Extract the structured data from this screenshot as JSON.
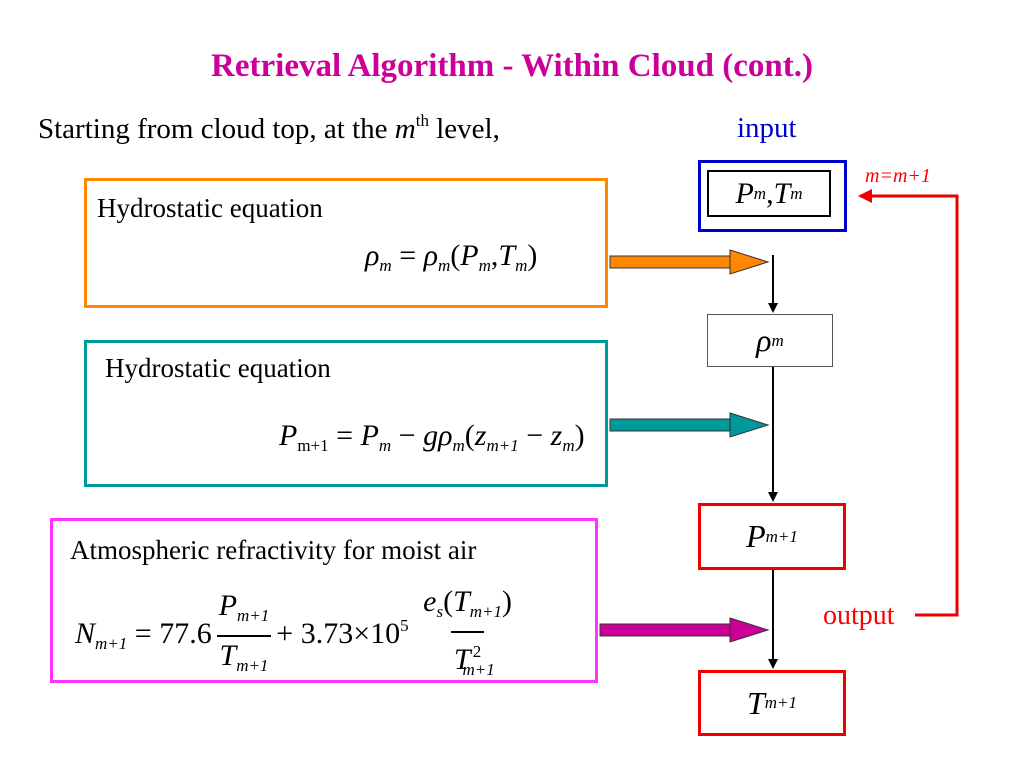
{
  "title": "Retrieval Algorithm - Within Cloud (cont.)",
  "intro": {
    "prefix": "Starting from cloud top, at the ",
    "var": "m",
    "sup": "th",
    "suffix": " level,"
  },
  "labels": {
    "input": "input",
    "output": "output",
    "iteration": "m=m+1"
  },
  "panels": [
    {
      "title": "Hydrostatic equation",
      "border_color": "#ff8800",
      "arrow_color": "#ff8800"
    },
    {
      "title": "Hydrostatic equation",
      "border_color": "#009999",
      "arrow_color": "#009999"
    },
    {
      "title": "Atmospheric refractivity for moist air",
      "border_color": "#ff33ff",
      "arrow_color": "#cc0099"
    }
  ],
  "constants": {
    "c1": "77.6",
    "c2": "3.73",
    "exp_base": "10",
    "exp": "5"
  },
  "colors": {
    "title": "#cc0099",
    "input": "#0000cc",
    "output": "#ff0000"
  }
}
